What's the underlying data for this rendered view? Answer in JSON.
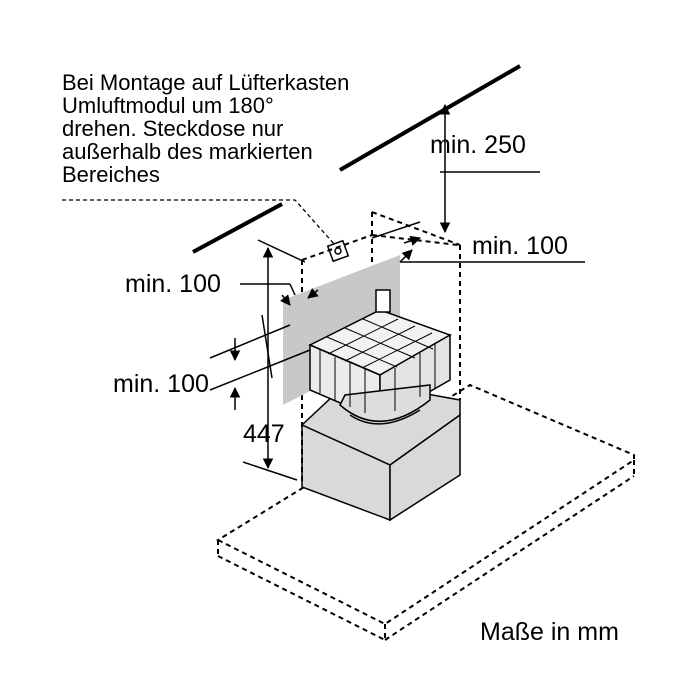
{
  "note": {
    "lines": [
      "Bei Montage auf Lüfterkasten",
      "Umluftmodul um 180°",
      "drehen. Steckdose nur",
      "außerhalb des markierten",
      "Bereiches"
    ]
  },
  "dimensions": {
    "top_clearance": "min. 250",
    "right_clearance": "min. 100",
    "left_clearance": "min. 100",
    "left_lower_clearance": "min. 100",
    "height": "447"
  },
  "units_label": "Maße in mm",
  "colors": {
    "line": "#000000",
    "marked_area": "#c8c8c8",
    "box_fill": "#d9d9d9",
    "module_fill": "#ebebeb"
  }
}
